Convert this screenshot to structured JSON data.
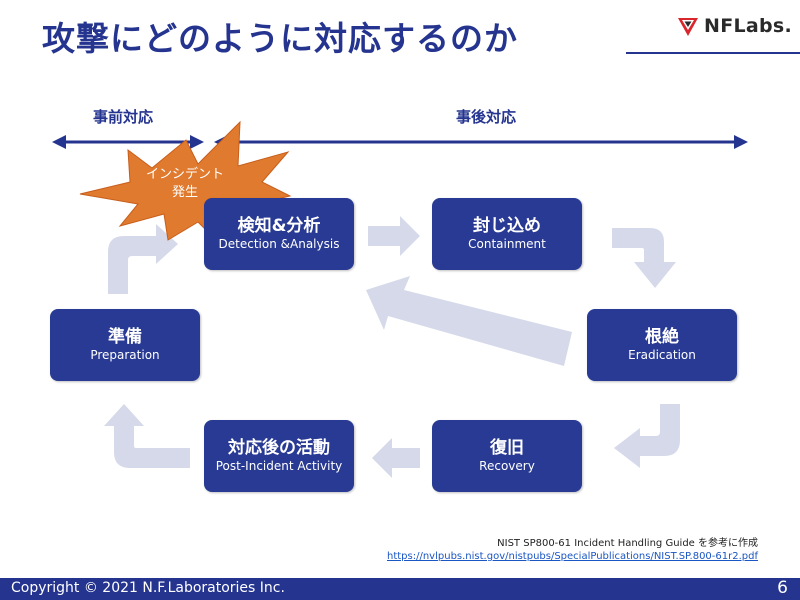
{
  "header": {
    "title": "攻撃にどのように対応するのか",
    "logo_text": "NFLabs."
  },
  "timeline": {
    "before_label": "事前対応",
    "after_label": "事後対応"
  },
  "incident_burst": {
    "line1": "インシデント",
    "line2": "発生",
    "color": "#e07a2e"
  },
  "phases": {
    "detection": {
      "label": "検知&分析",
      "sublabel": "Detection &Analysis"
    },
    "containment": {
      "label": "封じ込め",
      "sublabel": "Containment"
    },
    "eradication": {
      "label": "根絶",
      "sublabel": "Eradication"
    },
    "recovery": {
      "label": "復旧",
      "sublabel": "Recovery"
    },
    "post_incident": {
      "label": "対応後の活動",
      "sublabel": "Post-Incident Activity"
    },
    "preparation": {
      "label": "準備",
      "sublabel": "Preparation"
    }
  },
  "source": {
    "reference": "NIST SP800-61 Incident Handling Guide を参考に作成",
    "url": "https://nvlpubs.nist.gov/nistpubs/SpecialPublications/NIST.SP.800-61r2.pdf"
  },
  "footer": {
    "copyright": "Copyright © 2021 N.F.Laboratories Inc.",
    "page_number": "6"
  },
  "colors": {
    "primary": "#24348f",
    "box": "#283a93",
    "arrow": "#d5d9e9",
    "accent": "#e07a2e"
  }
}
